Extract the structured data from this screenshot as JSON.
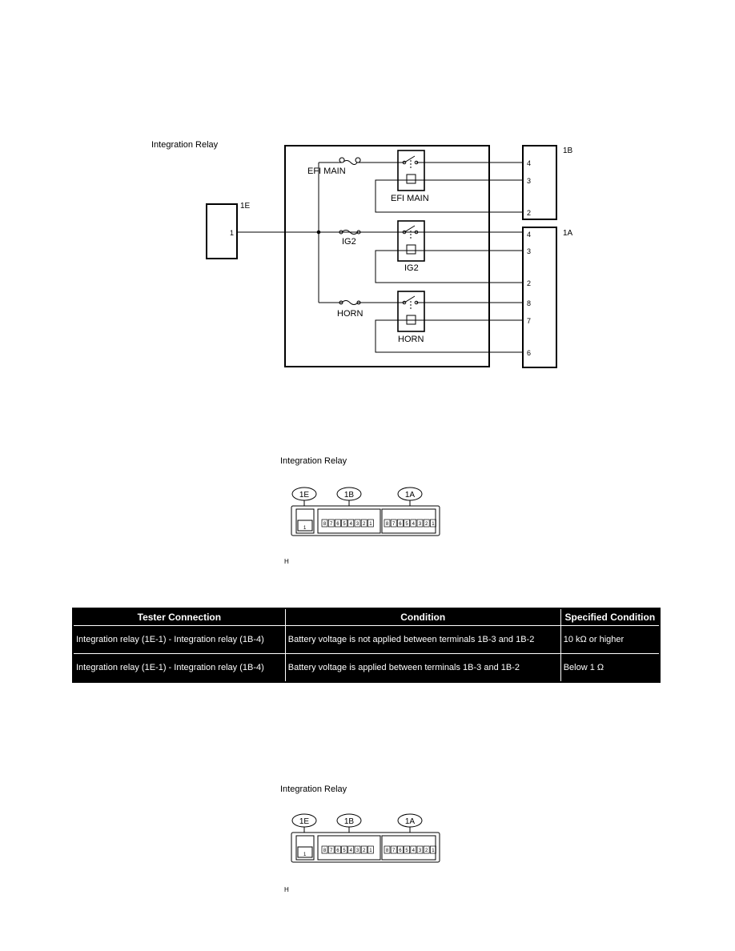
{
  "circuit": {
    "title": "Integration Relay",
    "connector_1E": {
      "name": "1E",
      "pin": "1"
    },
    "connector_1B": {
      "name": "1B",
      "pins": [
        "4",
        "3",
        "2"
      ]
    },
    "connector_1A": {
      "name": "1A",
      "pins": [
        "4",
        "3",
        "2",
        "8",
        "7",
        "6"
      ]
    },
    "fuses": [
      "EFI MAIN",
      "IG2",
      "HORN"
    ],
    "relays": [
      "EFI MAIN",
      "IG2",
      "HORN"
    ]
  },
  "connector_views": [
    {
      "title": "Integration Relay",
      "tags": [
        "1E",
        "1B",
        "1A"
      ],
      "pins_1e": [
        "1"
      ],
      "pins_1b": [
        "8",
        "7",
        "6",
        "5",
        "4",
        "3",
        "2",
        "1"
      ],
      "pins_1a": [
        "8",
        "7",
        "6",
        "5",
        "4",
        "3",
        "2",
        "1"
      ],
      "ref": "H"
    },
    {
      "title": "Integration Relay",
      "tags": [
        "1E",
        "1B",
        "1A"
      ],
      "pins_1e": [
        "1"
      ],
      "pins_1b": [
        "8",
        "7",
        "6",
        "5",
        "4",
        "3",
        "2",
        "1"
      ],
      "pins_1a": [
        "8",
        "7",
        "6",
        "5",
        "4",
        "3",
        "2",
        "1"
      ],
      "ref": "H"
    }
  ],
  "table": {
    "headers": [
      "Tester Connection",
      "Condition",
      "Specified Condition"
    ],
    "rows": [
      [
        "Integration relay (1E-1) - Integration relay (1B-4)",
        "Battery voltage is not applied between terminals 1B-3 and 1B-2",
        "10 kΩ or higher"
      ],
      [
        "Integration relay (1E-1) - Integration relay (1B-4)",
        "Battery voltage is applied between terminals 1B-3 and 1B-2",
        "Below 1 Ω"
      ]
    ]
  }
}
